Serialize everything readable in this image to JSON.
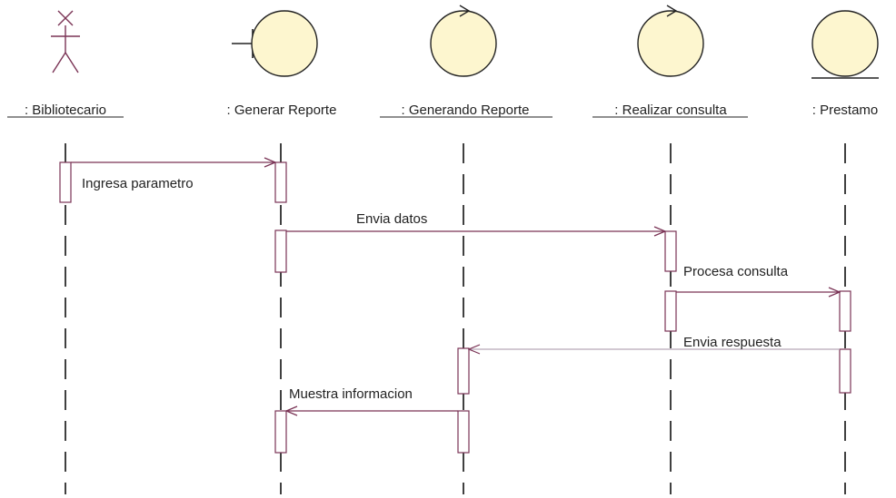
{
  "participants": [
    {
      "name": ": Bibliotecario",
      "kind": "actor",
      "underlined": true
    },
    {
      "name": ": Generar Reporte",
      "kind": "boundary",
      "underlined": false
    },
    {
      "name": ": Generando Reporte",
      "kind": "control",
      "underlined": true
    },
    {
      "name": ": Realizar consulta",
      "kind": "control",
      "underlined": true
    },
    {
      "name": ": Prestamo",
      "kind": "entity",
      "underlined": false
    }
  ],
  "messages": [
    {
      "label": "Ingresa parametro",
      "from": 0,
      "to": 1,
      "style": "sync"
    },
    {
      "label": "Envia datos",
      "from": 1,
      "to": 3,
      "style": "sync"
    },
    {
      "label": "Procesa consulta",
      "from": 3,
      "to": 4,
      "style": "sync"
    },
    {
      "label": "Envia respuesta",
      "from": 4,
      "to": 2,
      "style": "return"
    },
    {
      "label": "Muestra informacion",
      "from": 2,
      "to": 1,
      "style": "sync"
    }
  ],
  "colors": {
    "object_fill": "#fdf6cf",
    "message_line": "#7a3355",
    "return_line": "#b8a8b8",
    "lifeline": "#111111"
  }
}
